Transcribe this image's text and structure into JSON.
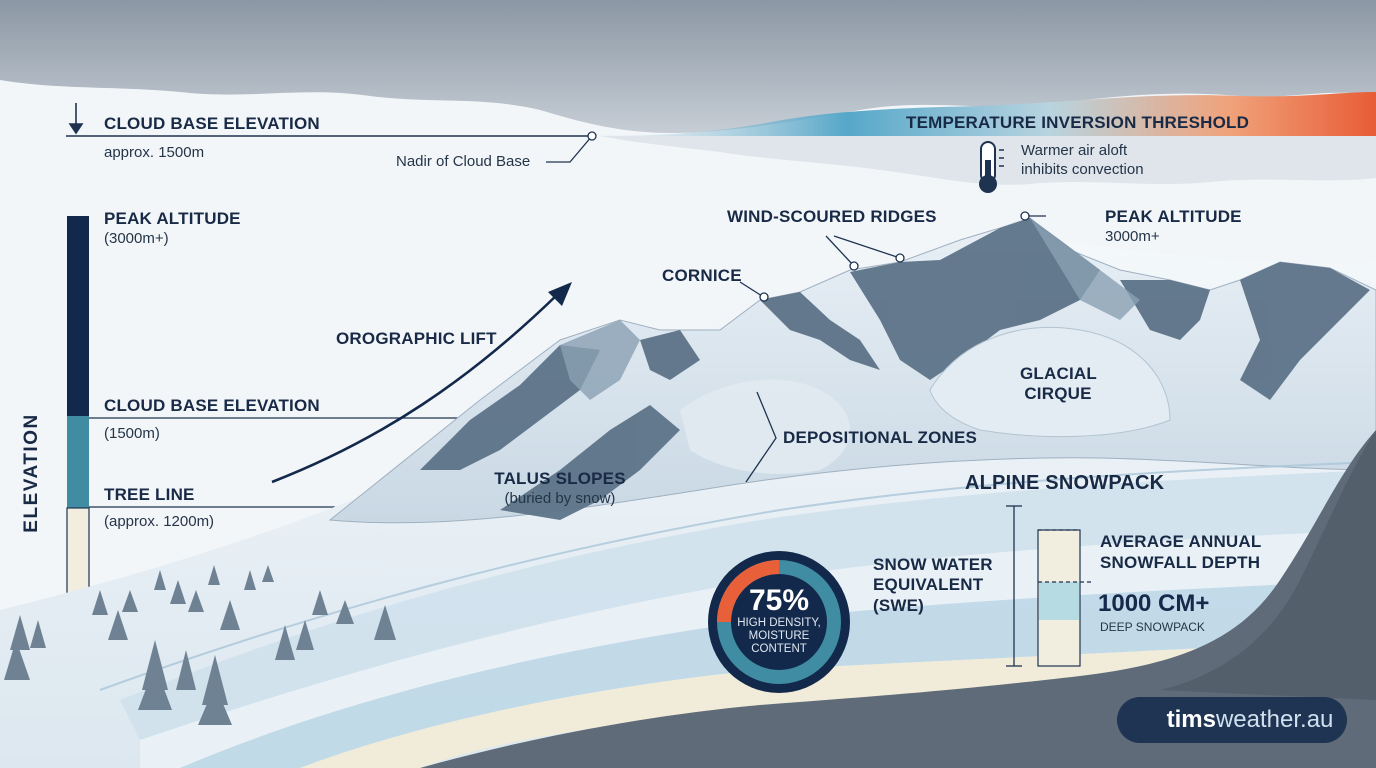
{
  "labels": {
    "cloud_base_top": "CLOUD BASE ELEVATION",
    "cloud_base_top_sub": "approx. 1500m",
    "nadir": "Nadir of Cloud Base",
    "temp_inversion": "TEMPERATURE INVERSION THRESHOLD",
    "warmer_air_1": "Warmer air aloft",
    "warmer_air_2": "inhibits convection",
    "elevation_axis": "ELEVATION",
    "peak_left": "PEAK ALTITUDE",
    "peak_left_sub": "(3000m+)",
    "cloud_base_mid": "CLOUD BASE ELEVATION",
    "cloud_base_mid_sub": "(1500m)",
    "tree_line": "TREE LINE",
    "tree_line_sub": "(approx. 1200m)",
    "orographic": "OROGRAPHIC LIFT",
    "wind_ridges": "WIND-SCOURED RIDGES",
    "peak_right": "PEAK ALTITUDE",
    "peak_right_sub": "3000m+",
    "cornice": "CORNICE",
    "glacial_1": "GLACIAL",
    "glacial_2": "CIRQUE",
    "depositional": "DEPOSITIONAL ZONES",
    "talus_1": "TALUS SLOPES",
    "talus_2": "(buried by snow)",
    "alpine_snowpack": "ALPINE SNOWPACK",
    "swe_1": "SNOW WATER",
    "swe_2": "EQUIVALENT",
    "swe_3": "(SWE)",
    "avg_1": "AVERAGE ANNUAL",
    "avg_2": "SNOWFALL DEPTH",
    "depth_value": "1000 CM+",
    "deep_snowpack": "DEEP SNOWPACK",
    "swe_percent": "75%",
    "swe_desc_1": "HIGH DENSITY,",
    "swe_desc_2": "MOISTURE",
    "swe_desc_3": "CONTENT",
    "brand_bold": "tims",
    "brand_light": "weather.au"
  },
  "swe_gauge": {
    "fraction": 0.75
  },
  "elevation_bar": [
    {
      "zone": "alpine",
      "color": "#13294b"
    },
    {
      "zone": "cloud",
      "color": "#3f8ca3"
    },
    {
      "zone": "lower",
      "color": "#f2eedf"
    }
  ],
  "colors": {
    "navy": "#13294b",
    "teal": "#3f8ca3",
    "warm_orange": "#e8603a",
    "cold_blue": "#5aaed0",
    "snow": "#eef4f9",
    "rock": "#5f7488"
  },
  "icons": [
    "down-arrow-icon",
    "thermometer-icon",
    "cloud-sun-icon"
  ]
}
